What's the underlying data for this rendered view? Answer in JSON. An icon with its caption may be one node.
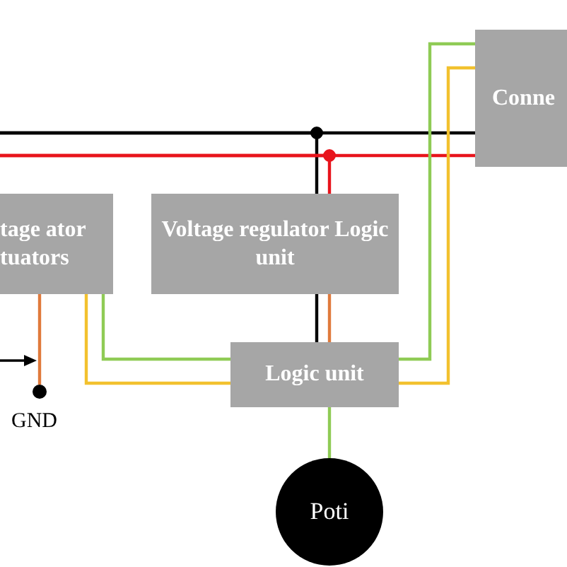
{
  "diagram": {
    "nodes": [
      {
        "text": [
          "tage ator tuators"
        ]
      },
      {
        "text": [
          "Voltage regulator Logic unit"
        ]
      },
      {
        "text": [
          "Conne"
        ]
      },
      {
        "text": [
          "Logic unit"
        ]
      },
      {
        "text": [
          "Poti"
        ]
      },
      {
        "text": [],
        "shape": "circle",
        "beside": [
          "GND"
        ]
      }
    ],
    "edges": [
      {
        "from": null,
        "to": 2,
        "arrow": "none",
        "color": "#000000"
      },
      {
        "from": null,
        "to": 1,
        "arrow": "none",
        "color": "#000000"
      },
      {
        "from": null,
        "to": 2,
        "arrow": "none",
        "color": "#e8141c"
      },
      {
        "from": null,
        "to": 1,
        "arrow": "none",
        "color": "#e8141c"
      },
      {
        "from": 1,
        "to": 3,
        "arrow": "none",
        "color": "#000000"
      },
      {
        "from": 1,
        "to": 3,
        "arrow": "none",
        "color": "#e07a3c"
      },
      {
        "from": 0,
        "to": 3,
        "arrow": "none",
        "color": "#8fcb55"
      },
      {
        "from": 0,
        "to": 3,
        "arrow": "none",
        "color": "#f2c12e"
      },
      {
        "from": 2,
        "to": 3,
        "arrow": "none",
        "color": "#8fcb55"
      },
      {
        "from": 2,
        "to": 3,
        "arrow": "none",
        "color": "#f2c12e"
      },
      {
        "from": 3,
        "to": 4,
        "arrow": "none",
        "color": "#8fcb55"
      },
      {
        "from": 0,
        "to": 5,
        "arrow": "none",
        "color": "#e07a3c"
      }
    ]
  }
}
